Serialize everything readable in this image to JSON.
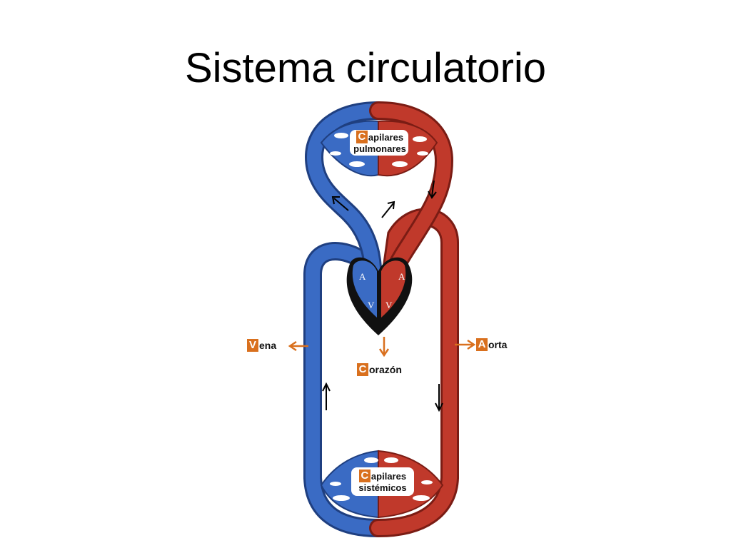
{
  "title": "Sistema circulatorio",
  "labels": {
    "pulmonary": {
      "initial": "C",
      "rest": "apilares",
      "line2": "pulmonares"
    },
    "systemic": {
      "initial": "C",
      "rest": "apilares",
      "line2": "sistémicos"
    },
    "vein": {
      "initial": "V",
      "rest": "ena"
    },
    "aorta": {
      "initial": "A",
      "rest": "orta"
    },
    "heart": {
      "initial": "C",
      "rest": "orazón"
    }
  },
  "chambers": {
    "left_atrium": "A",
    "right_atrium": "A",
    "left_ventricle": "V",
    "right_ventricle": "V"
  },
  "colors": {
    "venous": "#3a6bc4",
    "arterial": "#c0392b",
    "badge": "#d9701e",
    "heart_outline": "#000000"
  }
}
